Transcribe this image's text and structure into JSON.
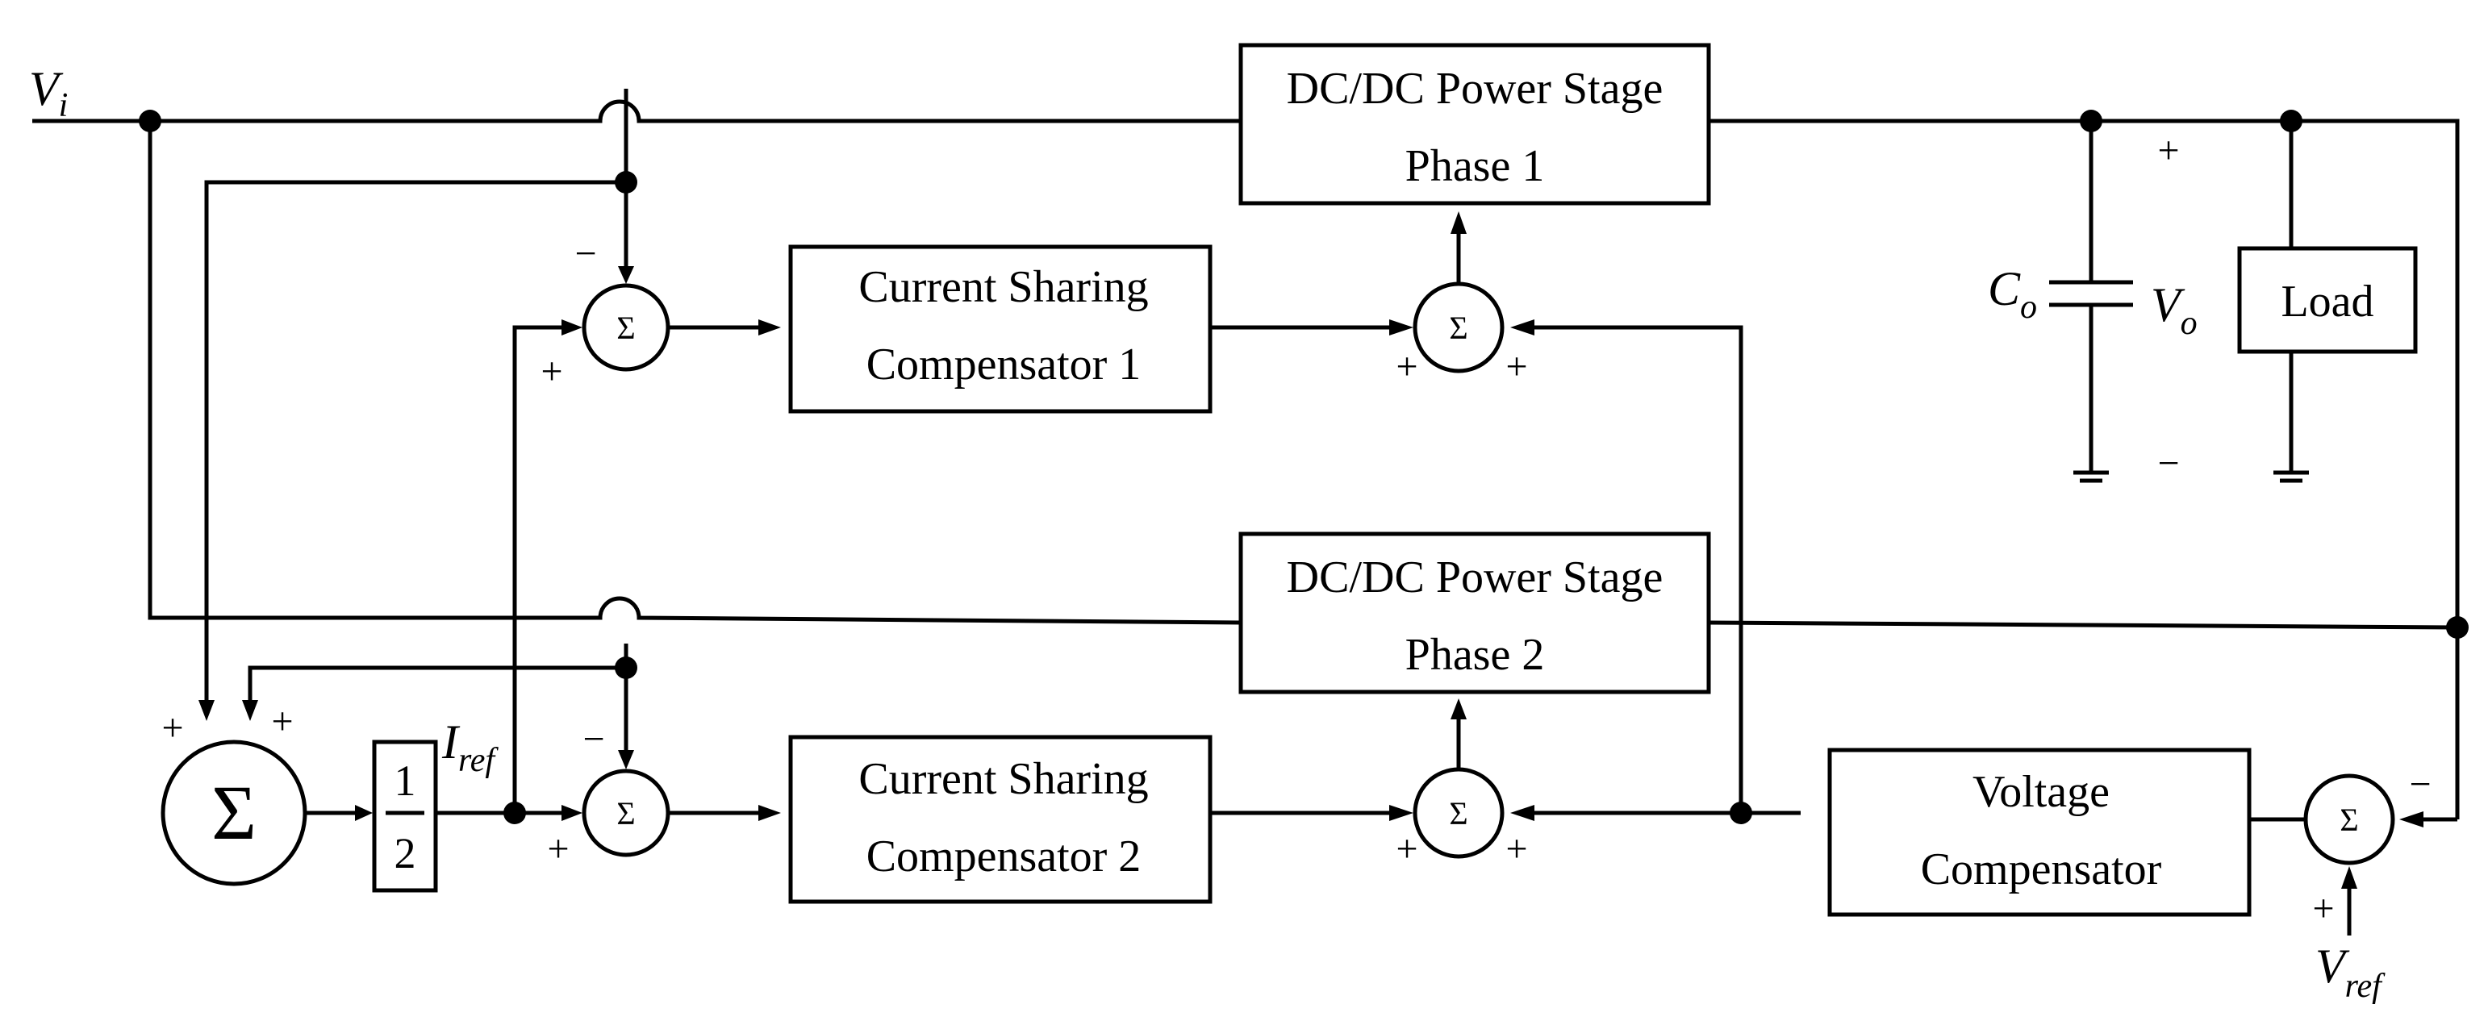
{
  "blocks": {
    "phase1_line1": "DC/DC Power Stage",
    "phase1_line2": "Phase 1",
    "phase2_line1": "DC/DC Power Stage",
    "phase2_line2": "Phase 2",
    "csc1_line1": "Current Sharing",
    "csc1_line2": "Compensator 1",
    "csc2_line1": "Current Sharing",
    "csc2_line2": "Compensator 2",
    "vc_line1": "Voltage",
    "vc_line2": "Compensator",
    "load": "Load",
    "half_num": "1",
    "half_den": "2"
  },
  "symbols": {
    "sigma": "Σ",
    "plus": "+",
    "minus": "−"
  },
  "variables": {
    "vi_main": "V",
    "vi_sub": "i",
    "co_main": "C",
    "co_sub": "o",
    "vo_main": "V",
    "vo_sub": "o",
    "iref_main": "I",
    "iref_sub": "ref",
    "vref_main": "V",
    "vref_sub": "ref"
  }
}
